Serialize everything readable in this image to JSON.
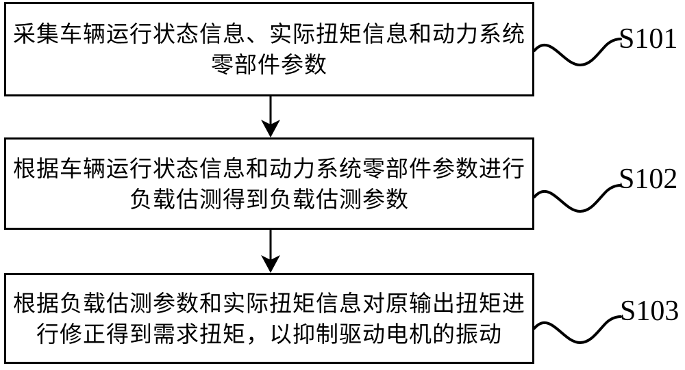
{
  "steps": [
    {
      "label": "S101",
      "lines": [
        "采集车辆运行状态信息、实际扭矩信息和动力系统",
        "零部件参数"
      ]
    },
    {
      "label": "S102",
      "lines": [
        "根据车辆运行状态信息和动力系统零部件参数进行",
        "负载估测得到负载估测参数"
      ]
    },
    {
      "label": "S103",
      "lines": [
        "根据负载估测参数和实际扭矩信息对原输出扭矩进",
        "行修正得到需求扭矩，以抑制驱动电机的振动"
      ]
    }
  ],
  "colors": {
    "stroke": "#000000",
    "text": "#000000",
    "background": "#ffffff",
    "box_fill": "#ffffff"
  }
}
